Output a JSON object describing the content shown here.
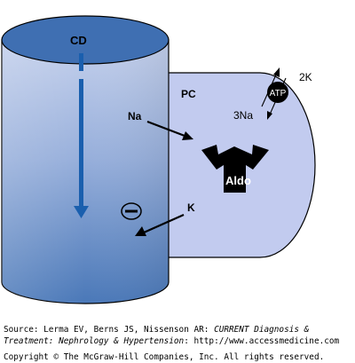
{
  "diagram": {
    "labels": {
      "cd": "CD",
      "pc": "PC",
      "na": "Na",
      "k": "K",
      "aldo": "Aldo",
      "atp": "ATP",
      "three_na": "3Na",
      "two_k": "2K"
    },
    "icons": {
      "minus_sign": "minus-sign-icon",
      "receptor": "aldosterone-receptor-icon"
    },
    "colors": {
      "tubule_top": "#4a7ab8",
      "tubule_light": "#c8d4ee",
      "cell_fill": "#c2cbef",
      "arrow_blue": "#1a5fae",
      "outline": "#000000"
    }
  },
  "caption": {
    "source_prefix": "Source: Lerma EV, Berns JS, Nissenson AR: ",
    "source_title_1": "CURRENT Diagnosis &",
    "source_title_2": "Treatment: Nephrology & Hypertension",
    "source_suffix": ": http://www.accessmedicine.com",
    "copyright": "Copyright © The McGraw-Hill Companies, Inc. All rights reserved."
  }
}
